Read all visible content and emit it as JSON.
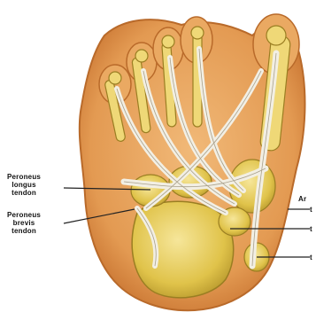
{
  "labels": {
    "peroneus_longus": "Peroneus\nlongus\ntendon",
    "peroneus_brevis": "Peroneus\nbrevis\ntendon",
    "right_partial_a": "Ar",
    "right_partial_b": "t",
    "right_partial_c": "t",
    "right_partial_d": "t"
  },
  "colors": {
    "skin": "#e8a25c",
    "skin_dark": "#c9762f",
    "bone": "#e2c84f",
    "bone_light": "#f2e28a",
    "tendon": "#f1efe6",
    "tendon_edge": "#8a7f66"
  }
}
